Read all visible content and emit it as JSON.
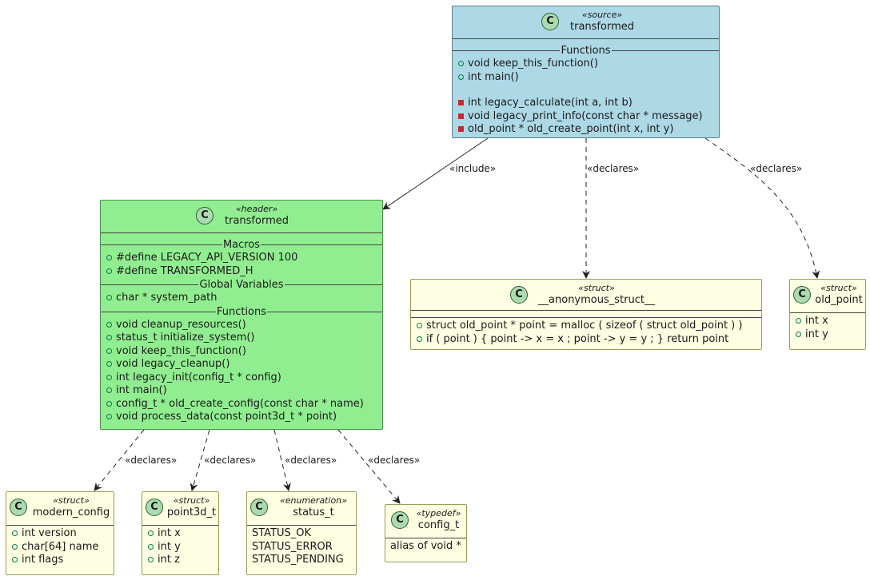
{
  "edges": [
    {
      "label": "«include»"
    },
    {
      "label": "«declares»"
    },
    {
      "label": "«declares»"
    },
    {
      "label": "«declares»"
    },
    {
      "label": "«declares»"
    },
    {
      "label": "«declares»"
    },
    {
      "label": "«declares»"
    }
  ],
  "classes": {
    "source": {
      "badge": "C",
      "stereotype": "«source»",
      "name": "transformed",
      "section_title": "Functions",
      "members": [
        {
          "vis": "public",
          "text": "void keep_this_function()"
        },
        {
          "vis": "public",
          "text": "int main()"
        },
        {
          "vis": "private",
          "text": "int legacy_calculate(int a, int b)"
        },
        {
          "vis": "private",
          "text": "void legacy_print_info(const char * message)"
        },
        {
          "vis": "private",
          "text": "old_point * old_create_point(int x, int y)"
        }
      ]
    },
    "header": {
      "badge": "C",
      "stereotype": "«header»",
      "name": "transformed",
      "sections": [
        {
          "title": "Macros",
          "members": [
            "#define LEGACY_API_VERSION 100",
            "#define TRANSFORMED_H"
          ]
        },
        {
          "title": "Global Variables",
          "members": [
            "char * system_path"
          ]
        },
        {
          "title": "Functions",
          "members": [
            "void cleanup_resources()",
            "status_t initialize_system()",
            "void keep_this_function()",
            "void legacy_cleanup()",
            "int legacy_init(config_t * config)",
            "int main()",
            "config_t * old_create_config(const char * name)",
            "void process_data(const point3d_t * point)"
          ]
        }
      ]
    },
    "anon": {
      "badge": "C",
      "stereotype": "«struct»",
      "name": "__anonymous_struct__",
      "members": [
        "struct old_point * point = malloc ( sizeof ( struct old_point ) )",
        "if ( point ) { point -> x = x ; point -> y = y ; } return point"
      ]
    },
    "old_point": {
      "badge": "C",
      "stereotype": "«struct»",
      "name": "old_point",
      "members": [
        "int x",
        "int y"
      ]
    },
    "modern_config": {
      "badge": "C",
      "stereotype": "«struct»",
      "name": "modern_config",
      "members": [
        "int version",
        "char[64] name",
        "int flags"
      ]
    },
    "point3d_t": {
      "badge": "C",
      "stereotype": "«struct»",
      "name": "point3d_t",
      "members": [
        "int x",
        "int y",
        "int z"
      ]
    },
    "status_t": {
      "badge": "C",
      "stereotype": "«enumeration»",
      "name": "status_t",
      "members": [
        "STATUS_OK",
        "STATUS_ERROR",
        "STATUS_PENDING"
      ]
    },
    "config_t": {
      "badge": "C",
      "stereotype": "«typedef»",
      "name": "config_t",
      "members": [
        "alias of void *"
      ]
    }
  }
}
